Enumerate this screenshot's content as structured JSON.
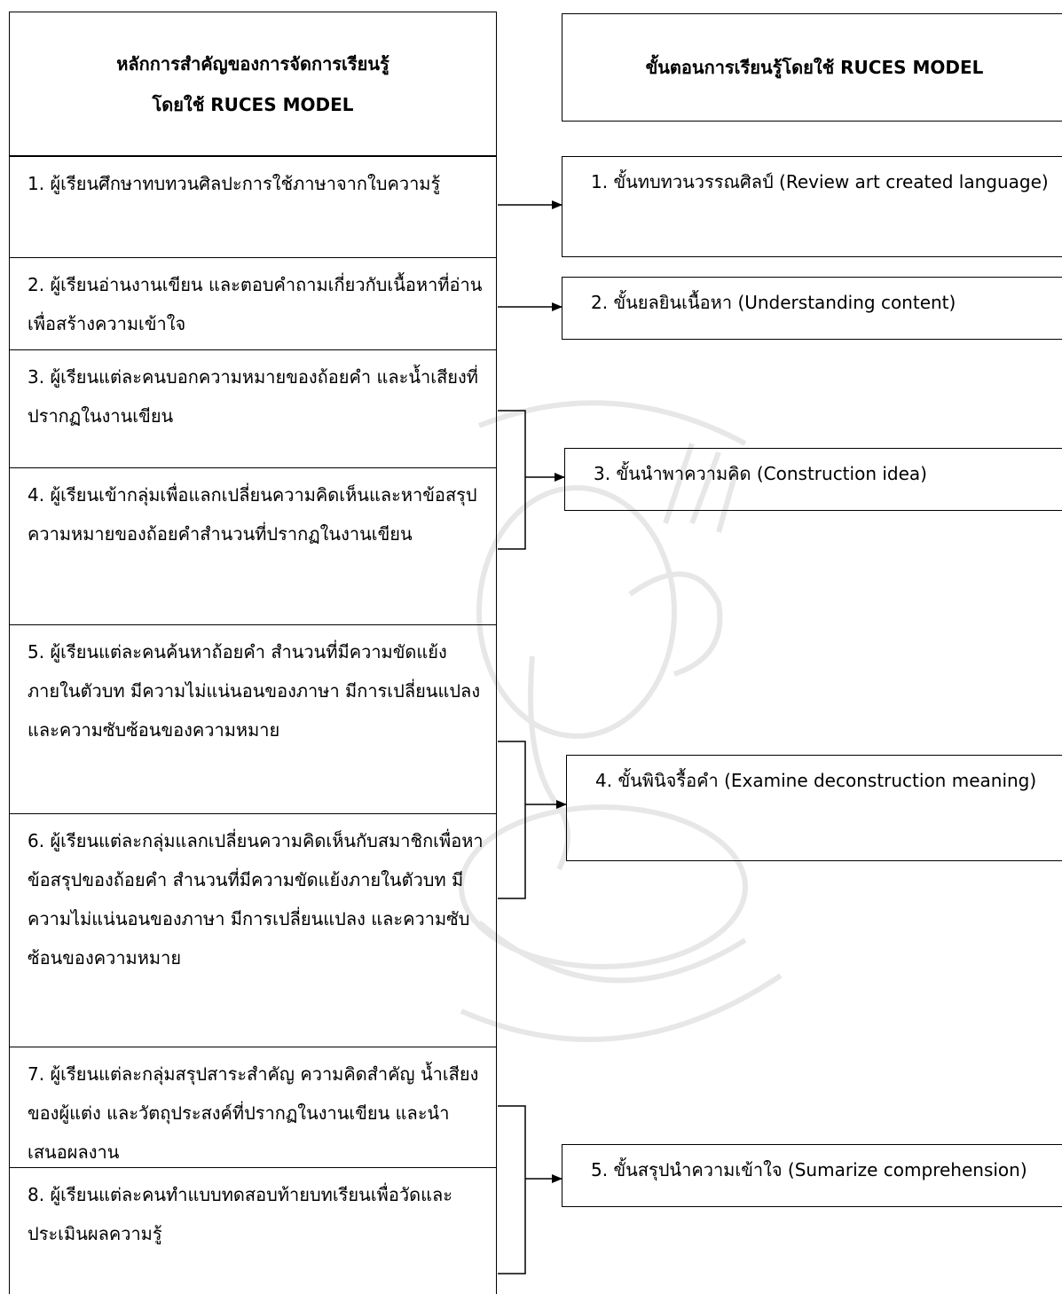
{
  "left_header": {
    "line1": "หลักการสำคัญของการจัดการเรียนรู้",
    "line2": "โดยใช้ RUCES MODEL"
  },
  "right_header": {
    "title": "ขั้นตอนการเรียนรู้โดยใช้ RUCES MODEL"
  },
  "principles": [
    "1. ผู้เรียนศึกษาทบทวนศิลปะการใช้ภาษาจากใบความรู้",
    "2. ผู้เรียนอ่านงานเขียน และตอบคำถามเกี่ยวกับเนื้อหาที่อ่าน เพื่อสร้างความเข้าใจ",
    "3. ผู้เรียนแต่ละคนบอกความหมายของถ้อยคำ และน้ำเสียงที่ปรากฏในงานเขียน",
    "4. ผู้เรียนเข้ากลุ่มเพื่อแลกเปลี่ยนความคิดเห็นและหาข้อสรุปความหมายของถ้อยคำสำนวนที่ปรากฏในงานเขียน",
    "5. ผู้เรียนแต่ละคนค้นหาถ้อยคำ สำนวนที่มีความขัดแย้งภายในตัวบท มีความไม่แน่นอนของภาษา มีการเปลี่ยนแปลง และความซับซ้อนของความหมาย",
    "6. ผู้เรียนแต่ละกลุ่มแลกเปลี่ยนความคิดเห็นกับสมาชิกเพื่อหาข้อสรุปของถ้อยคำ สำนวนที่มีความขัดแย้งภายในตัวบท มีความไม่แน่นอนของภาษา มีการเปลี่ยนแปลง และความซับซ้อนของความหมาย",
    "7. ผู้เรียนแต่ละกลุ่มสรุปสาระสำคัญ ความคิดสำคัญ น้ำเสียงของผู้แต่ง และวัตถุประสงค์ที่ปรากฏในงานเขียน และนำเสนอผลงาน",
    "8. ผู้เรียนแต่ละคนทำแบบทดสอบท้ายบทเรียนเพื่อวัดและประเมินผลความรู้"
  ],
  "steps": [
    "1. ขั้นทบทวนวรรณศิลป์ (Review art created language)",
    "2. ขั้นยลยินเนื้อหา (Understanding content)",
    "3. ขั้นนำพาความคิด (Construction idea)",
    "4. ขั้นพินิจรื้อคำ (Examine deconstruction meaning)",
    "5. ขั้นสรุปนำความเข้าใจ (Sumarize comprehension)"
  ]
}
